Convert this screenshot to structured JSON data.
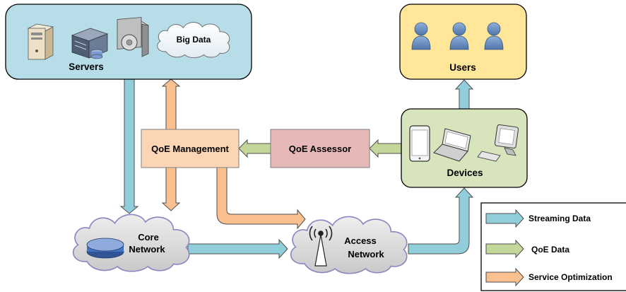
{
  "nodes": {
    "servers": {
      "label": "Servers",
      "cloud_label": "Big Data"
    },
    "users": {
      "label": "Users"
    },
    "devices": {
      "label": "Devices"
    },
    "qoe_management": {
      "label": "QoE Management"
    },
    "qoe_assessor": {
      "label": "QoE Assessor"
    },
    "core_network": {
      "line1": "Core",
      "line2": "Network"
    },
    "access_network": {
      "line1": "Access",
      "line2": "Network"
    }
  },
  "legend": {
    "items": [
      {
        "label": "Streaming Data",
        "color": "#92cddc",
        "icon": "streaming-data-arrow-icon"
      },
      {
        "label": "QoE Data",
        "color": "#c4d79b",
        "icon": "qoe-data-arrow-icon"
      },
      {
        "label": "Service Optimization",
        "color": "#fac090",
        "icon": "service-optimization-arrow-icon"
      }
    ]
  },
  "colors": {
    "streaming": "#92cddc",
    "qoe_data": "#c4d79b",
    "optimization": "#fac090",
    "servers_box": "#b7dee8",
    "users_box": "#ffe699",
    "devices_box": "#d8e4bc",
    "qoe_management_box": "#fcd5b4",
    "qoe_assessor_box": "#e6b8b7",
    "cloud": "#d9d9d9",
    "user_icon": "#6d8fbf"
  }
}
